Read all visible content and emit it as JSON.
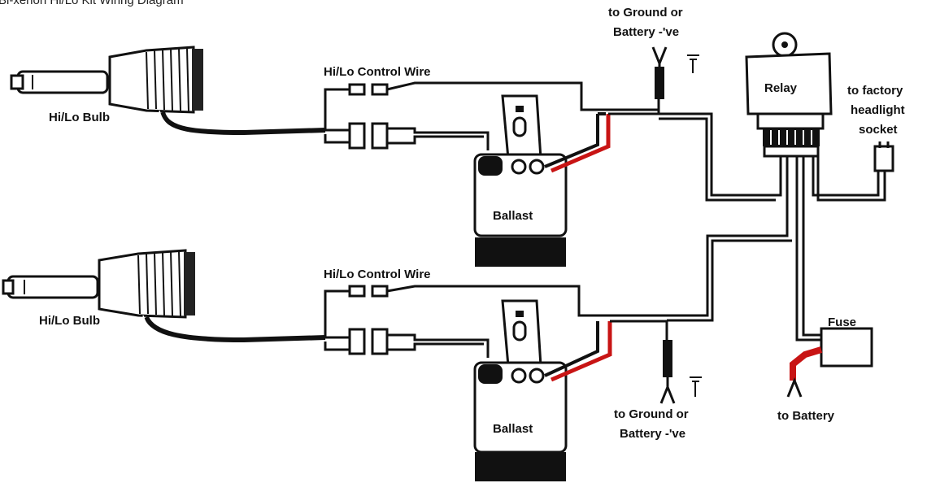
{
  "title": "Bi-xenon Hi/Lo Kit Wiring Diagram",
  "labels": {
    "ground_top_line1": "to Ground or",
    "ground_top_line2": "Battery -'ve",
    "relay": "Relay",
    "factory_line1": "to factory",
    "factory_line2": "headlight",
    "factory_line3": "socket",
    "control_wire_top": "Hi/Lo Control Wire",
    "bulb_top": "Hi/Lo Bulb",
    "ballast_top": "Ballast",
    "control_wire_bottom": "Hi/Lo Control Wire",
    "bulb_bottom": "Hi/Lo Bulb",
    "ballast_bottom": "Ballast",
    "fuse": "Fuse",
    "to_battery": "to Battery",
    "ground_bottom_line1": "to Ground or",
    "ground_bottom_line2": "Battery -'ve"
  },
  "colors": {
    "wire": "#111111",
    "positive_wire": "#c81414",
    "ballast_body": "#111111",
    "background": "#ffffff"
  }
}
